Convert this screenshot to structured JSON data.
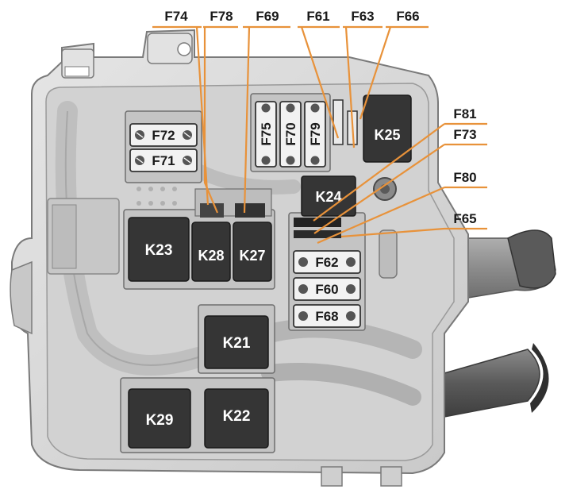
{
  "diagram": {
    "accent_color": "#e8923a",
    "relay_color": "#333333",
    "housing_color": "#d9d9d9",
    "top_callouts": [
      "F74",
      "F78",
      "F69",
      "F61",
      "F63",
      "F66"
    ],
    "right_callouts": [
      "F81",
      "F73",
      "F80",
      "F65"
    ],
    "fuses": {
      "F72": "F72",
      "F71": "F71",
      "F75": "F75",
      "F70": "F70",
      "F79": "F79",
      "F62": "F62",
      "F60": "F60",
      "F68": "F68"
    },
    "relays": {
      "K25": "K25",
      "K24": "K24",
      "K23": "K23",
      "K28": "K28",
      "K27": "K27",
      "K21": "K21",
      "K29": "K29",
      "K22": "K22"
    }
  }
}
